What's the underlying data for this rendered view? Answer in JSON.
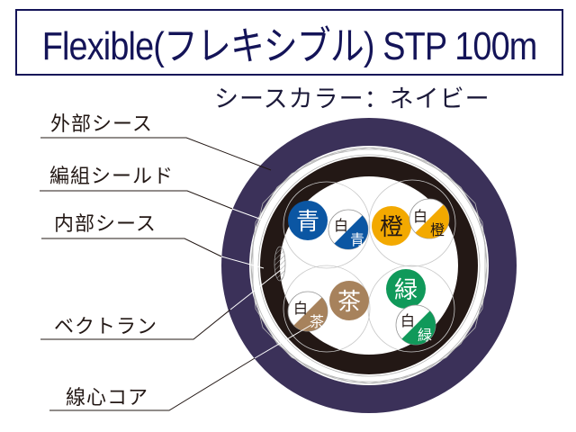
{
  "title": "Flexible(フレキシブル) STP 100m",
  "subtitle": "シースカラー：ネイビー",
  "labels": {
    "outer_sheath": "外部シース",
    "braided_shield": "編組シールド",
    "inner_sheath": "内部シース",
    "vectran": "ベクトラン",
    "core": "線心コア"
  },
  "colors": {
    "title": "#141458",
    "outer_sheath": "#3b3159",
    "inner_sheath": "#231815",
    "blue": "#0b56a3",
    "orange": "#f3a900",
    "brown": "#a7825c",
    "green": "#10995a"
  },
  "cores": {
    "blue": {
      "solid": "青",
      "white": "白",
      "stripe": "青"
    },
    "orange": {
      "solid": "橙",
      "white": "白",
      "stripe": "橙"
    },
    "brown": {
      "solid": "茶",
      "white": "白",
      "stripe": "茶"
    },
    "green": {
      "solid": "緑",
      "white": "白",
      "stripe": "緑"
    }
  }
}
